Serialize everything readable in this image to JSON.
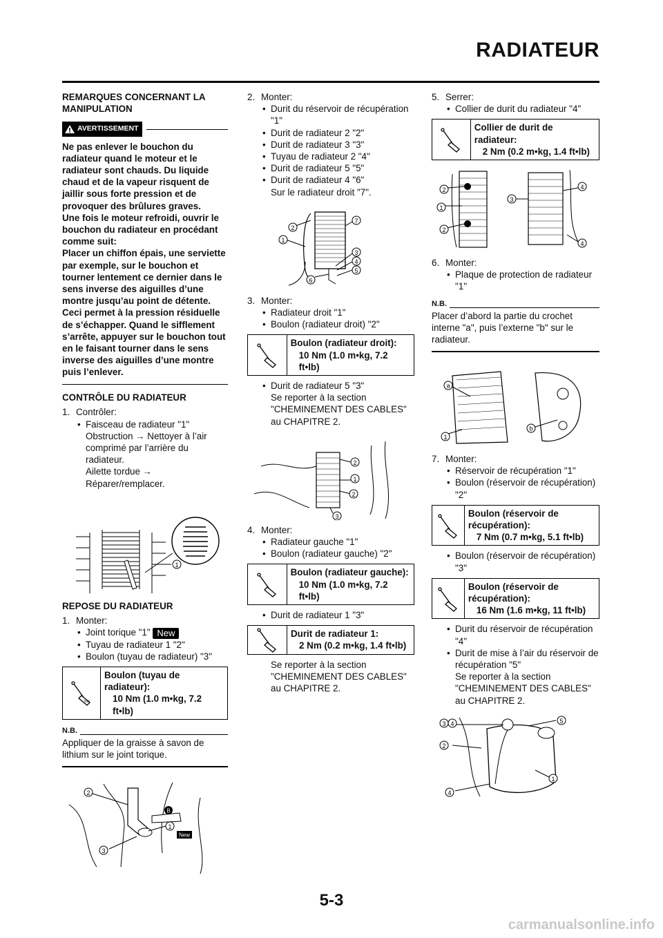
{
  "header": {
    "title": "RADIATEUR",
    "page_number": "5-3"
  },
  "watermark": "carmanualsonline.info",
  "col1": {
    "handling_title": "REMARQUES CONCERNANT LA MANIPULATION",
    "warning_label": "AVERTISSEMENT",
    "warning_text": "Ne pas enlever le bouchon du radiateur quand le moteur et le radiateur sont chauds. Du liquide chaud et de la vapeur risquent de jaillir sous forte pression et de provoquer des brûlures graves.",
    "warning_text2": "Une fois le moteur refroidi, ouvrir le bouchon du radiateur en procédant comme suit:",
    "warning_text3": "Placer un chiffon épais, une serviette par exemple, sur le bouchon et tourner lentement ce dernier dans le sens inverse des aiguilles d’une montre jusqu’au point de détente. Ceci permet à la pression résiduelle de s’échapper. Quand le sifflement s’arrête, appuyer sur le bouchon tout en le faisant tourner dans le sens inverse des aiguilles d’une montre puis l’enlever.",
    "check_title": "CONTRÔLE DU RADIATEUR",
    "check_step": "1.",
    "check_step_label": "Contrôler:",
    "check_bullet": "Faisceau de radiateur \"1\"",
    "check_line1": "Obstruction → Nettoyer à l’air comprimé par l’arrière du radiateur.",
    "check_line2": "Ailette tordue → Réparer/remplacer.",
    "install_title": "REPOSE DU RADIATEUR",
    "install_step": "1.",
    "install_step_label": "Monter:",
    "install_b1": "Joint torique \"1\"",
    "new_label": "New",
    "install_b2": "Tuyau de radiateur 1 \"2\"",
    "install_b3": "Boulon (tuyau de radiateur) \"3\"",
    "torque1_name": "Boulon (tuyau de radiateur):",
    "torque1_val": "10 Nm (1.0 m•kg, 7.2 ft•lb)",
    "nb_label": "N.B.",
    "nb1_text": "Appliquer de la graisse à savon de lithium sur le joint torique."
  },
  "col2": {
    "step2": "2.",
    "step2_label": "Monter:",
    "s2_b1": "Durit du réservoir de récupération \"1\"",
    "s2_b2": "Durit de radiateur 2 \"2\"",
    "s2_b3": "Durit de radiateur 3 \"3\"",
    "s2_b4": "Tuyau de radiateur 2 \"4\"",
    "s2_b5": "Durit de radiateur 5 \"5\"",
    "s2_b6": "Durit de radiateur 4 \"6\"",
    "s2_note": "Sur le radiateur droit \"7\".",
    "step3": "3.",
    "step3_label": "Monter:",
    "s3_b1": "Radiateur droit \"1\"",
    "s3_b2": "Boulon (radiateur droit) \"2\"",
    "torque2_name": "Boulon (radiateur droit):",
    "torque2_val": "10 Nm (1.0 m•kg, 7.2 ft•lb)",
    "s3_b3": "Durit de radiateur 5 \"3\"",
    "s3_ref": "Se reporter à la section \"CHEMINEMENT DES CABLES\" au CHAPITRE 2.",
    "step4": "4.",
    "step4_label": "Monter:",
    "s4_b1": "Radiateur gauche \"1\"",
    "s4_b2": "Boulon (radiateur gauche) \"2\"",
    "torque3_name": "Boulon (radiateur gauche):",
    "torque3_val": "10 Nm (1.0 m•kg, 7.2 ft•lb)",
    "s4_b3": "Durit de radiateur 1 \"3\"",
    "torque4_name": "Durit de radiateur 1:",
    "torque4_val": "2 Nm (0.2 m•kg, 1.4 ft•lb)",
    "s4_ref": "Se reporter à la section \"CHEMINEMENT DES CABLES\" au CHAPITRE 2."
  },
  "col3": {
    "step5": "5.",
    "step5_label": "Serrer:",
    "s5_b1": "Collier de durit du radiateur \"4\"",
    "torque5_name": "Collier de durit de radiateur:",
    "torque5_val": "2 Nm (0.2 m•kg, 1.4 ft•lb)",
    "step6": "6.",
    "step6_label": "Monter:",
    "s6_b1": "Plaque de protection de radiateur \"1\"",
    "nb_label": "N.B.",
    "nb2_text": "Placer d’abord la partie du crochet interne \"a\", puis l’externe \"b\" sur le radiateur.",
    "step7": "7.",
    "step7_label": "Monter:",
    "s7_b1": "Réservoir de récupération \"1\"",
    "s7_b2": "Boulon (réservoir de récupération) \"2\"",
    "torque6_name": "Boulon (réservoir de récupération):",
    "torque6_val": "7 Nm (0.7 m•kg, 5.1 ft•lb)",
    "s7_b3": "Boulon (réservoir de récupération) \"3\"",
    "torque7_name": "Boulon (réservoir de récupération):",
    "torque7_val": "16 Nm (1.6 m•kg, 11 ft•lb)",
    "s7_b4": "Durit du réservoir de récupération \"4\"",
    "s7_b5": "Durit de mise à l’air du réservoir de récupération \"5\"",
    "s7_ref": "Se reporter à la section \"CHEMINEMENT DES CABLES\" au CHAPITRE 2."
  },
  "callouts": {
    "n1": "1",
    "n2": "2",
    "n3": "3",
    "n4": "4",
    "n5": "5",
    "n6": "6",
    "n7": "7",
    "a": "a",
    "b": "b",
    "B": "B",
    "new": "New"
  }
}
